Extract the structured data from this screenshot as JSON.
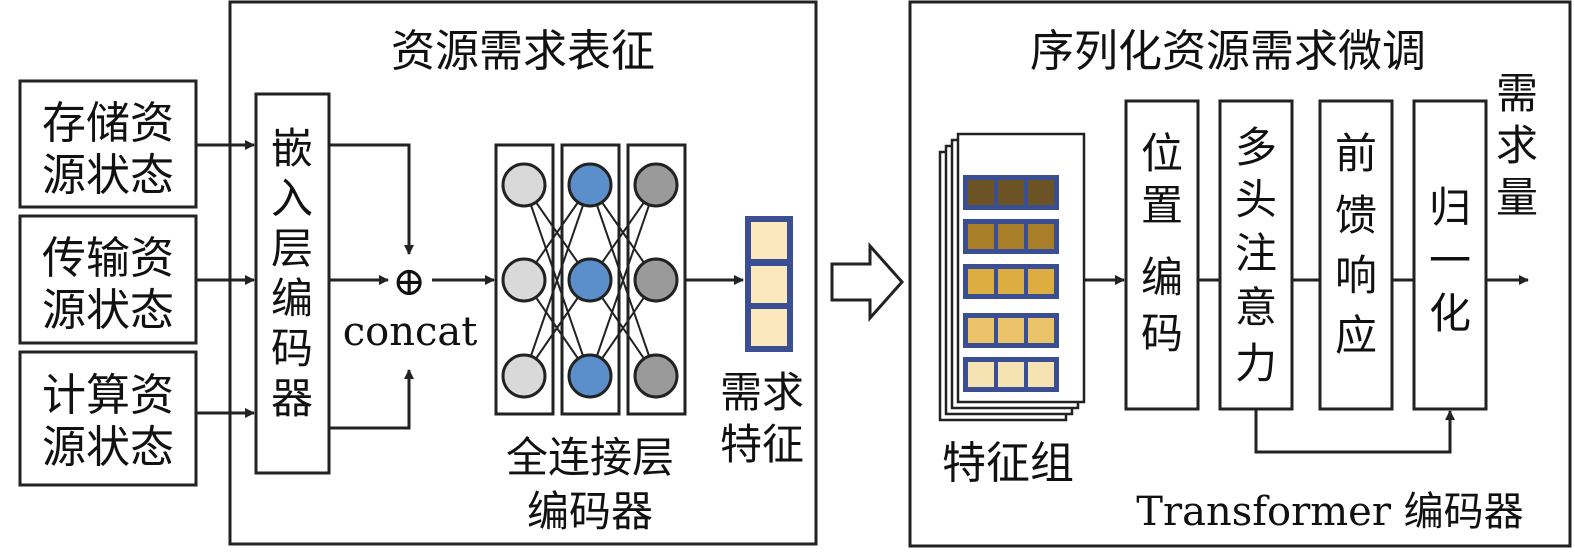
{
  "inputs": {
    "storage": [
      "存储资",
      "源状态"
    ],
    "transfer": [
      "传输资",
      "源状态"
    ],
    "compute": [
      "计算资",
      "源状态"
    ]
  },
  "left_panel": {
    "title": "资源需求表征",
    "embedding_layer": [
      "嵌",
      "入",
      "层",
      "编",
      "码",
      "器"
    ],
    "concat_symbol": "⊕",
    "concat_label": "concat",
    "fc_label": [
      "全连接层",
      "编码器"
    ],
    "demand_feature": [
      "需求",
      "特征"
    ]
  },
  "right_panel": {
    "title": "序列化资源需求微调",
    "feature_group": "特征组",
    "position_encoding": [
      "位",
      "置",
      "编",
      "码"
    ],
    "multi_head": [
      "多",
      "头",
      "注",
      "意",
      "力"
    ],
    "feed_forward": [
      "前",
      "馈",
      "响",
      "应"
    ],
    "normalize": [
      "归",
      "一",
      "化"
    ],
    "demand_output": [
      "需",
      "求",
      "量"
    ],
    "encoder_label": "Transformer 编码器"
  },
  "colors": {
    "node_light": "#d9d9d9",
    "node_blue": "#5b8fcb",
    "node_gray": "#9a9a9a",
    "feature_cell": "#fbe8bd",
    "feature_border": "#3a4f93",
    "row_colors": [
      "#6b5326",
      "#a87e28",
      "#dcae42",
      "#ebc36a",
      "#f6e3b3"
    ]
  }
}
